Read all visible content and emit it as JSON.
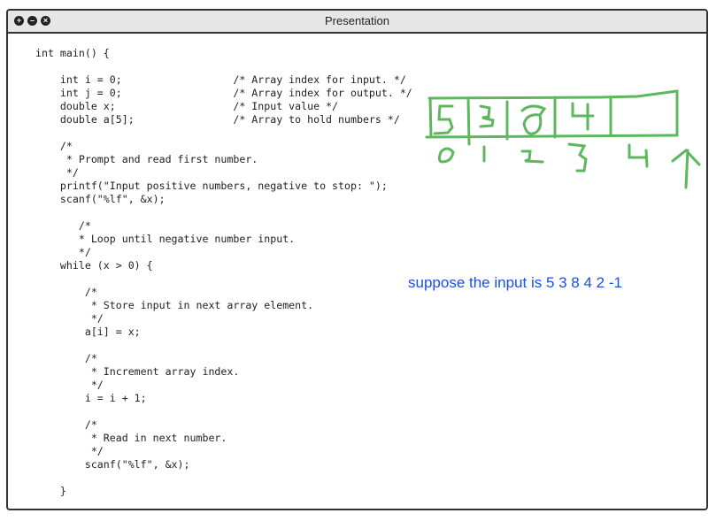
{
  "window": {
    "title": "Presentation",
    "controls": [
      "plus-icon",
      "minus-icon",
      "close-icon"
    ]
  },
  "code_lines": [
    "int main() {",
    "",
    "    int i = 0;                  /* Array index for input. */",
    "    int j = 0;                  /* Array index for output. */",
    "    double x;                   /* Input value */",
    "    double a[5];                /* Array to hold numbers */",
    "",
    "    /*",
    "     * Prompt and read first number.",
    "     */",
    "    printf(\"Input positive numbers, negative to stop: \");",
    "    scanf(\"%lf\", &x);",
    "",
    "       /*",
    "       * Loop until negative number input.",
    "       */",
    "    while (x > 0) {",
    "",
    "        /*",
    "         * Store input in next array element.",
    "         */",
    "        a[i] = x;",
    "",
    "        /*",
    "         * Increment array index.",
    "         */",
    "        i = i + 1;",
    "",
    "        /*",
    "         * Read in next number.",
    "         */",
    "        scanf(\"%lf\", &x);",
    "",
    "    }"
  ],
  "annotation": {
    "note": "suppose the input is 5 3 8 4 2 -1",
    "array_values": [
      "5",
      "3",
      "8",
      "4",
      ""
    ],
    "indices": [
      "0",
      "1",
      "2",
      "3",
      "4"
    ]
  },
  "colors": {
    "ink": "#5cb85c",
    "note": "#1a4fe0"
  }
}
